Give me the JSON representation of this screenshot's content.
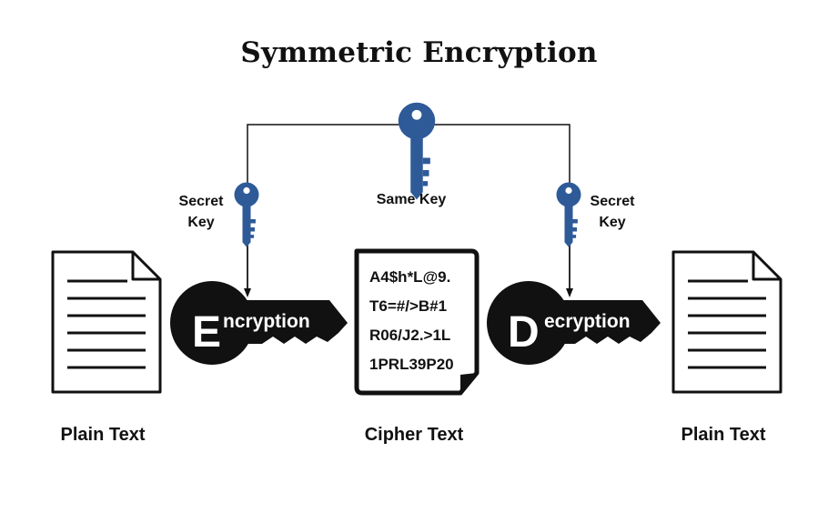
{
  "title": "Symmetric Encryption",
  "shared_key": {
    "label": "Same Key",
    "icon": "key-icon",
    "color": "#2e5a98"
  },
  "left_key": {
    "label_line1": "Secret",
    "label_line2": "Key",
    "icon": "key-icon"
  },
  "right_key": {
    "label_line1": "Secret",
    "label_line2": "Key",
    "icon": "key-icon"
  },
  "encryption_key": {
    "initial": "E",
    "rest": "ncryption",
    "icon": "black-key-icon"
  },
  "decryption_key": {
    "initial": "D",
    "rest": "ecryption",
    "icon": "black-key-icon"
  },
  "plain_text_left": {
    "label": "Plain Text",
    "icon": "document-icon"
  },
  "plain_text_right": {
    "label": "Plain Text",
    "icon": "document-icon"
  },
  "cipher_text": {
    "label": "Cipher Text",
    "lines": [
      "A4$h*L@9.",
      "T6=#/>B#1",
      "R06/J2.>1L",
      "1PRL39P20"
    ]
  }
}
